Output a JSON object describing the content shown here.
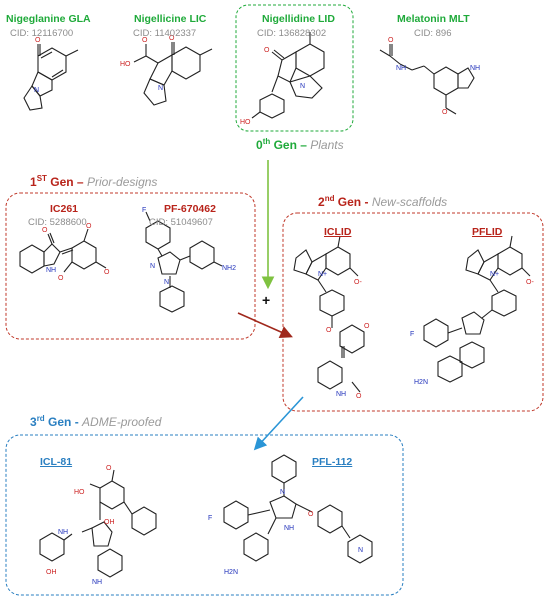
{
  "gen0": {
    "title_num": "0",
    "title_sup": "th",
    "title_word": " Gen – ",
    "title_sub": "Plants",
    "compounds": [
      {
        "name": "Nigeglanine",
        "code": "GLA",
        "cid": "CID: 12116700"
      },
      {
        "name": "Nigellicine",
        "code": "LIC",
        "cid": "CID: 11402337"
      },
      {
        "name": "Nigellidine",
        "code": "LID",
        "cid": "CID: 136828302"
      },
      {
        "name": "Melatonin",
        "code": "MLT",
        "cid": "CID: 896"
      }
    ]
  },
  "gen1": {
    "title_num": "1",
    "title_sup": "ST",
    "title_word": " Gen – ",
    "title_sub": "Prior-designs",
    "compounds": [
      {
        "name": "IC261",
        "cid": "CID: 5288600"
      },
      {
        "name": "PF-670462",
        "cid": "CID: 51049607"
      }
    ]
  },
  "gen2": {
    "title_num": "2",
    "title_sup": "nd",
    "title_word": " Gen - ",
    "title_sub": "New-scaffolds",
    "compounds": [
      {
        "name": "ICLID"
      },
      {
        "name": "PFLID"
      }
    ]
  },
  "gen3": {
    "title_num": "3",
    "title_sup": "rd",
    "title_word": " Gen - ",
    "title_sub": "ADME-proofed",
    "compounds": [
      {
        "name": "ICL-81"
      },
      {
        "name": "PFL-112"
      }
    ]
  },
  "plus_sign": "+",
  "atom_labels": {
    "o": "O",
    "oh": "OH",
    "ho": "HO",
    "n": "N",
    "nh": "NH",
    "nh2": "NH2",
    "h2n": "H2N",
    "f": "F",
    "cooh": "HO",
    "o_minus": "O-",
    "n_plus": "N+"
  },
  "colors": {
    "gen0": "#1faa3a",
    "gen1": "#b8231a",
    "gen2": "#b8231a",
    "gen3": "#2a7fc1",
    "arrow_green": "#7fc241",
    "arrow_red": "#a0281c",
    "arrow_blue": "#2a95d6"
  }
}
